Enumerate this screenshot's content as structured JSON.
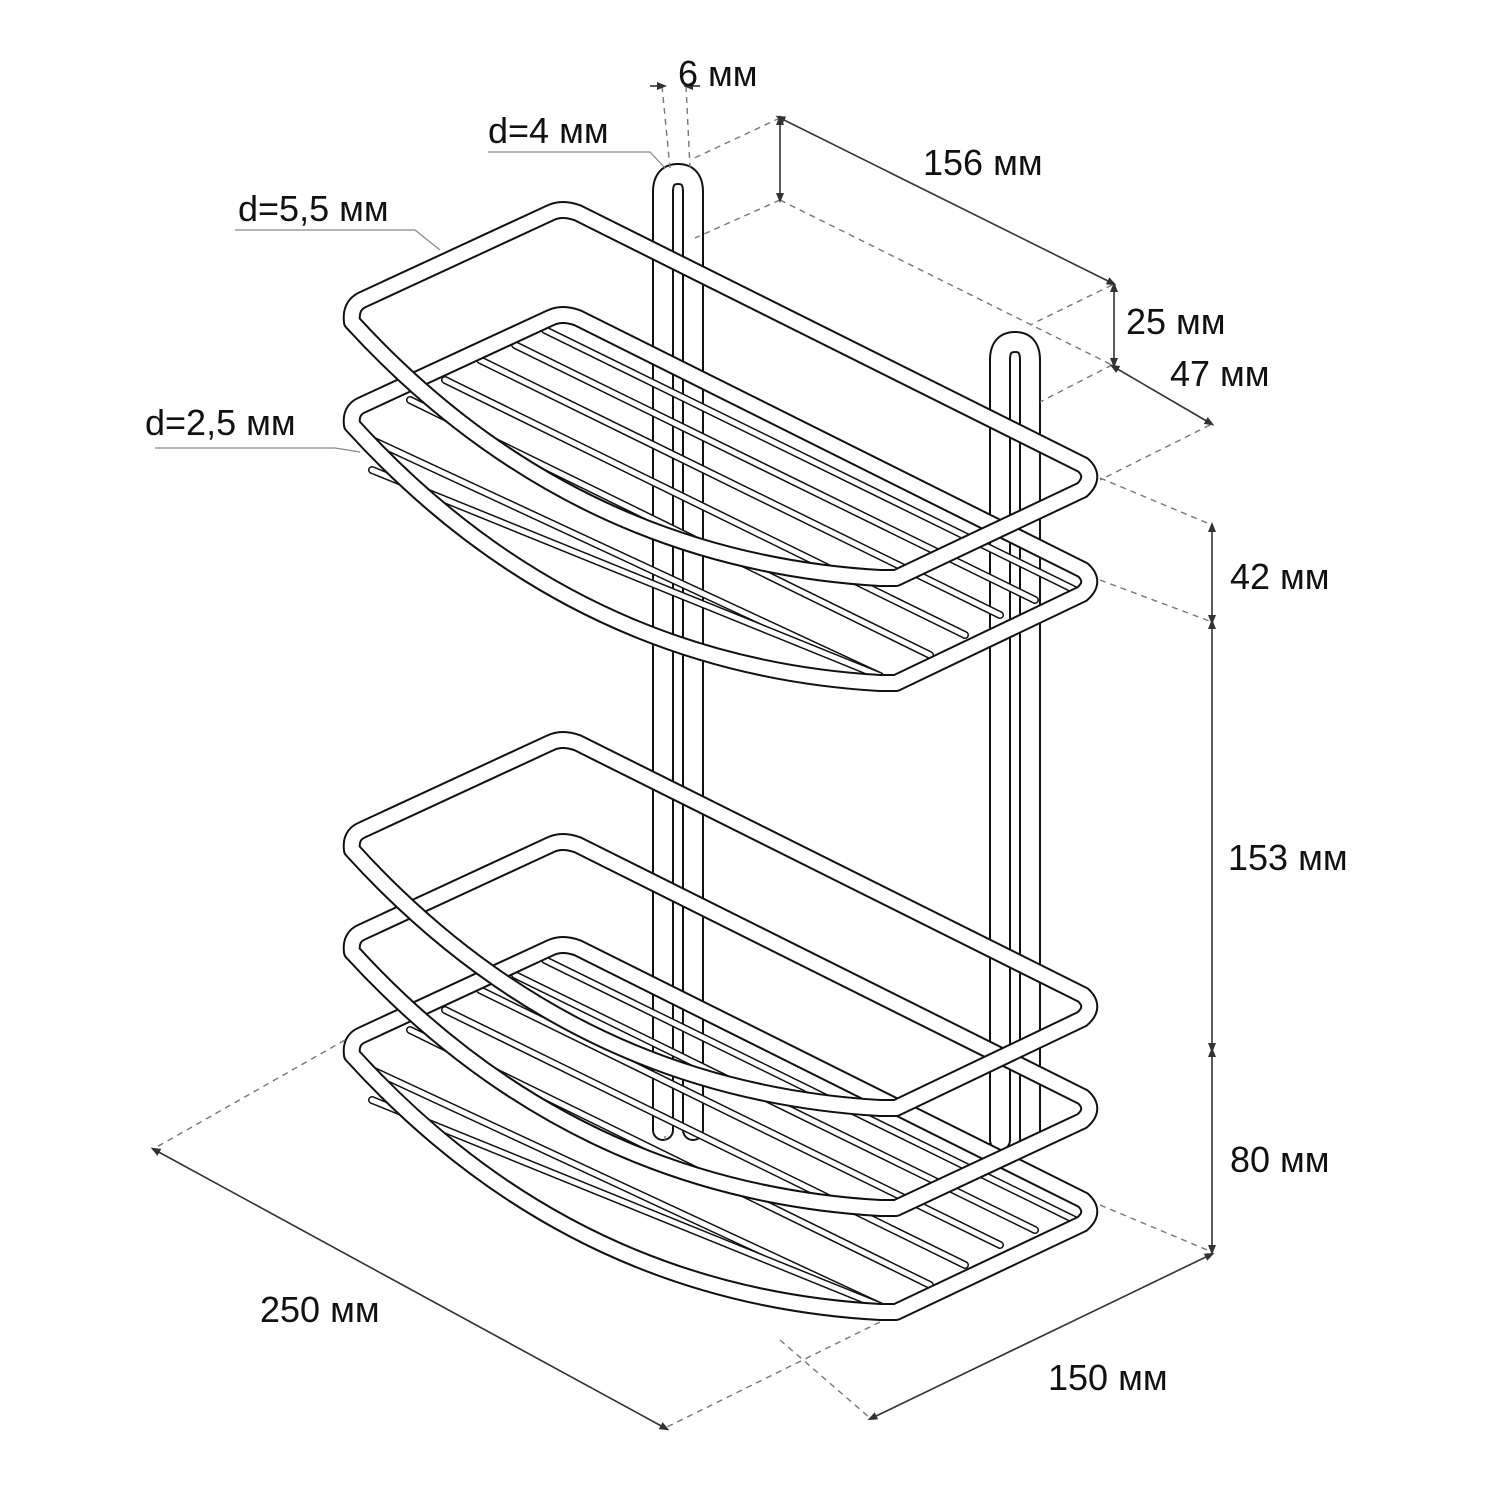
{
  "diagram": {
    "labels": {
      "post_gap": "6 мм",
      "post_wire_d": "d=4 мм",
      "frame_wire_d": "d=5,5 мм",
      "slat_wire_d": "d=2,5 мм",
      "top_depth": "156 мм",
      "hook_height": "25 мм",
      "wall_offset": "47 мм",
      "basket_height": "42 мм",
      "shelf_spacing": "153 мм",
      "bottom_height": "80 мм",
      "width": "250 мм",
      "depth": "150 мм"
    }
  }
}
